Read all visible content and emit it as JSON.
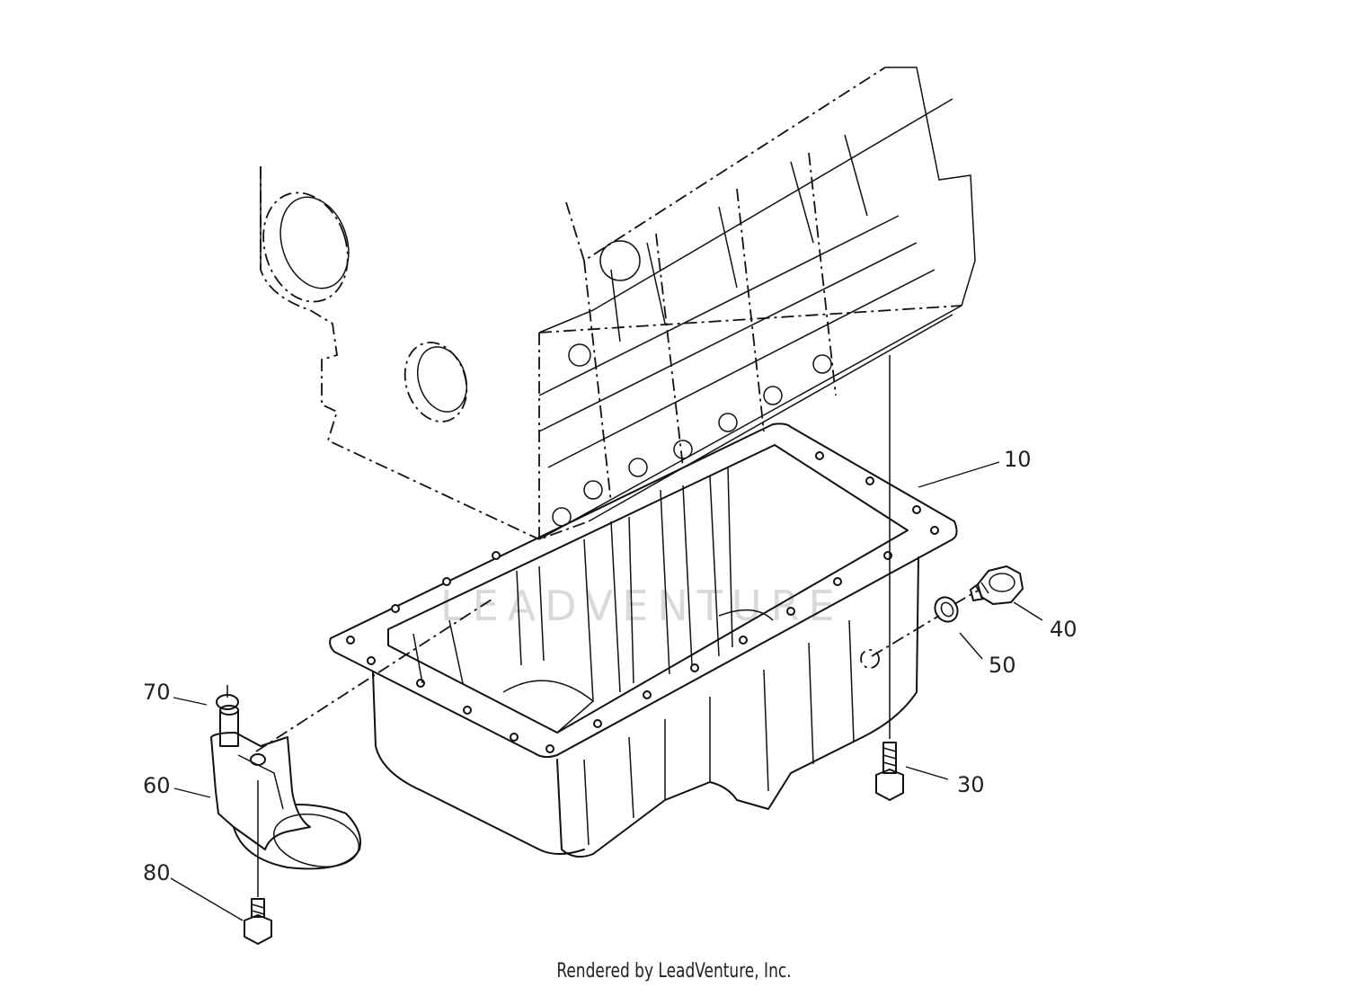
{
  "callouts": {
    "c10": "10",
    "c30": "30",
    "c40": "40",
    "c50": "50",
    "c60": "60",
    "c70": "70",
    "c80": "80"
  },
  "watermark": "LEADVENTURE",
  "footer": "Rendered by LeadVenture, Inc."
}
